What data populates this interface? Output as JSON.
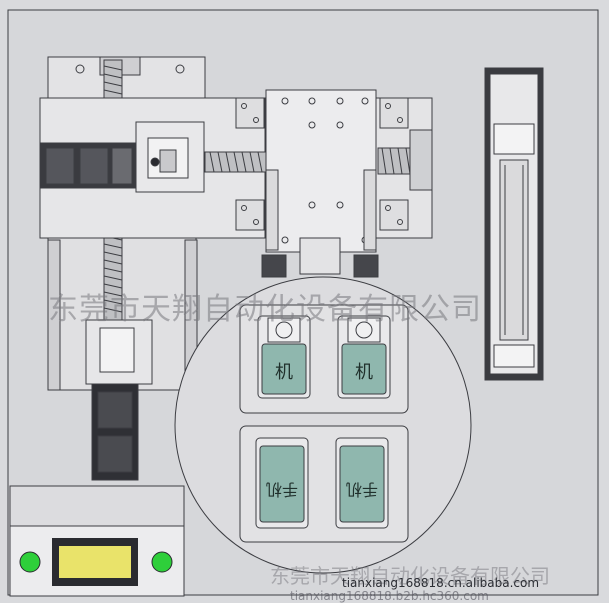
{
  "plate_labels": {
    "upper_left": "机",
    "upper_right": "机",
    "lower_left": "手机",
    "lower_right": "手机"
  },
  "watermark": {
    "main": "东莞市天翔自动化设备有限公司",
    "bottom": "东莞市天翔自动化设备有限公司",
    "url_1": "tianxiang168818.cn.alibaba.com",
    "url_2": "tianxiang168818.b2b.hc360.com"
  },
  "colors": {
    "background": "#d9dadd",
    "panel": "#e6e6e8",
    "outline": "#3c3d42",
    "plate_green": "#8fb7ae",
    "lcd": "#e9e36a",
    "lamp_green": "#2ecf3a"
  }
}
